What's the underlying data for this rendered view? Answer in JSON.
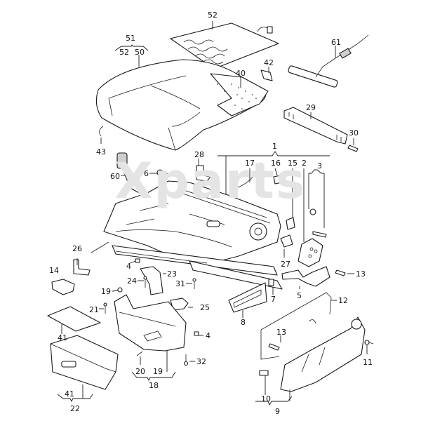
{
  "diagram": {
    "title": "Seat frame and cushion exploded parts view",
    "watermark": "Xparts",
    "colors": {
      "line": "#1a1a1a",
      "background": "#ffffff",
      "watermark": "#e9e9e9"
    },
    "callouts": {
      "c1": "1",
      "c2": "2",
      "c3": "3",
      "c4a": "4",
      "c4b": "4",
      "c5": "5",
      "c6": "6",
      "c7": "7",
      "c8": "8",
      "c9": "9",
      "c10": "10",
      "c11": "11",
      "c12": "12",
      "c13a": "13",
      "c13b": "13",
      "c14": "14",
      "c15": "15",
      "c16": "16",
      "c17": "17",
      "c18": "18",
      "c19a": "19",
      "c19b": "19",
      "c20": "20",
      "c21": "21",
      "c22": "22",
      "c23": "23",
      "c24": "24",
      "c25": "25",
      "c26": "26",
      "c27": "27",
      "c28": "28",
      "c29": "29",
      "c30": "30",
      "c31": "31",
      "c32": "32",
      "c40": "40",
      "c41a": "41",
      "c41b": "41",
      "c42": "42",
      "c43": "43",
      "c50": "50",
      "c51": "51",
      "c52a": "52",
      "c52b": "52",
      "c60": "60",
      "c61": "61"
    }
  }
}
